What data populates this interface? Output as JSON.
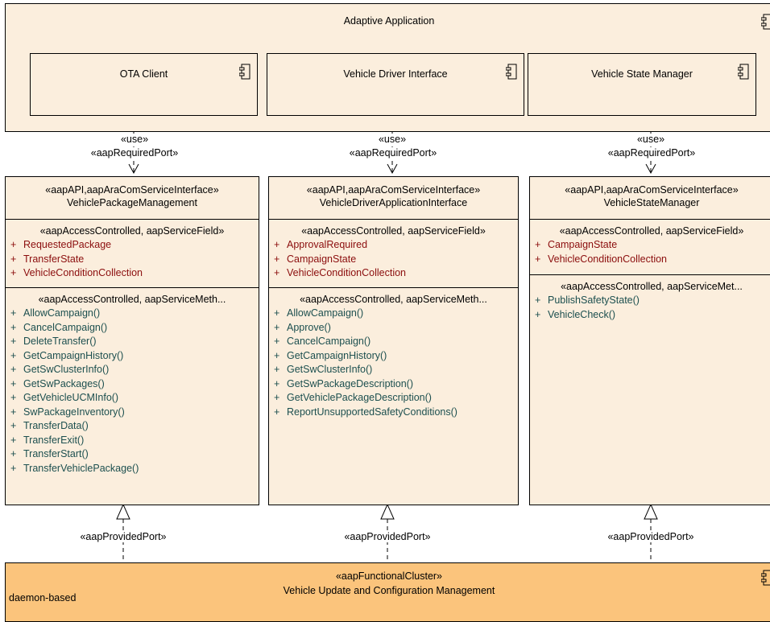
{
  "adaptive_application": {
    "title": "Adaptive Application"
  },
  "components": [
    {
      "name": "OTA Client"
    },
    {
      "name": "Vehicle Driver Interface"
    },
    {
      "name": "Vehicle State Manager"
    }
  ],
  "use_label": "«use»",
  "required_port_label": "«aapRequiredPort»",
  "provided_port_label": "«aapProvidedPort»",
  "interfaces": [
    {
      "stereotype": "«aapAPI,aapAraComServiceInterface»",
      "name": "VehiclePackageManagement",
      "fields_stereotype": "«aapAccessControlled, aapServiceField»",
      "fields": [
        "RequestedPackage",
        "TransferState",
        "VehicleConditionCollection"
      ],
      "methods_stereotype": "«aapAccessControlled, aapServiceMeth...",
      "methods": [
        "AllowCampaign()",
        "CancelCampaign()",
        "DeleteTransfer()",
        "GetCampaignHistory()",
        "GetSwClusterInfo()",
        "GetSwPackages()",
        "GetVehicleUCMInfo()",
        "SwPackageInventory()",
        "TransferData()",
        "TransferExit()",
        "TransferStart()",
        "TransferVehiclePackage()"
      ]
    },
    {
      "stereotype": "«aapAPI,aapAraComServiceInterface»",
      "name": "VehicleDriverApplicationInterface",
      "fields_stereotype": "«aapAccessControlled, aapServiceField»",
      "fields": [
        "ApprovalRequired",
        "CampaignState",
        "VehicleConditionCollection"
      ],
      "methods_stereotype": "«aapAccessControlled, aapServiceMeth...",
      "methods": [
        "AllowCampaign()",
        "Approve()",
        "CancelCampaign()",
        "GetCampaignHistory()",
        "GetSwClusterInfo()",
        "GetSwPackageDescription()",
        "GetVehiclePackageDescription()",
        "ReportUnsupportedSafetyConditions()"
      ]
    },
    {
      "stereotype": "«aapAPI,aapAraComServiceInterface»",
      "name": "VehicleStateManager",
      "fields_stereotype": "«aapAccessControlled, aapServiceField»",
      "fields": [
        "CampaignState",
        "VehicleConditionCollection"
      ],
      "methods_stereotype": "«aapAccessControlled, aapServiceMet...",
      "methods": [
        "PublishSafetyState()",
        "VehicleCheck()"
      ]
    }
  ],
  "visibility_symbol": "+",
  "functional_cluster": {
    "stereotype": "«aapFunctionalCluster»",
    "name": "Vehicle Update and Configuration Management",
    "note": "daemon-based"
  },
  "colors": {
    "box_fill": "#fbeedd",
    "cluster_fill": "#fbc47c",
    "field_text": "#8b0d0d",
    "method_text": "#1c4f4f"
  }
}
